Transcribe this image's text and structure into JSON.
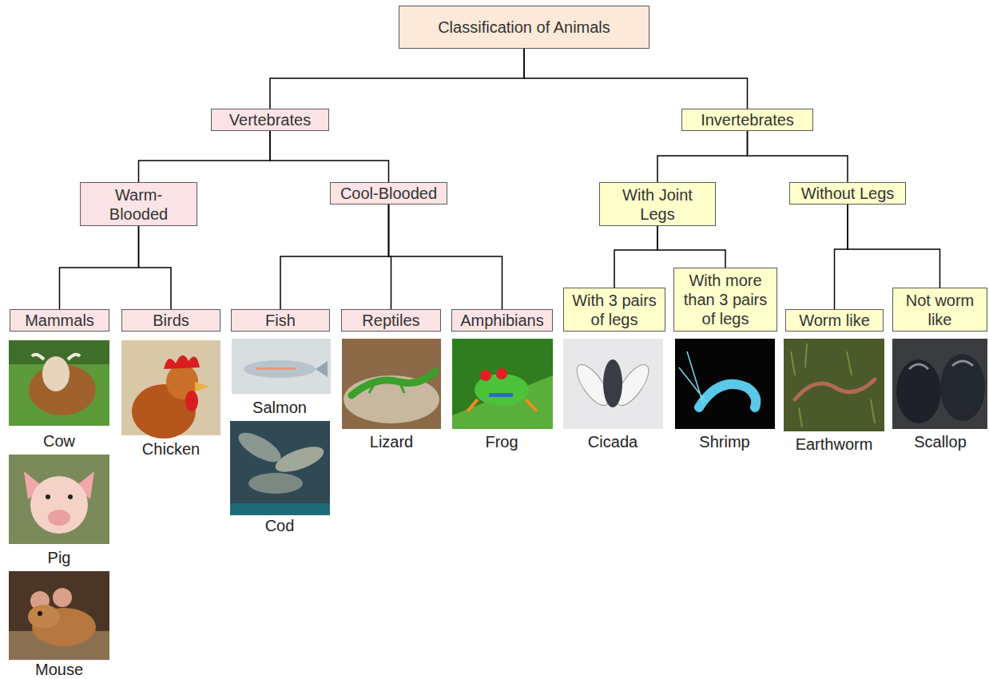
{
  "diagram": {
    "nodes": [
      {
        "text": [
          "Classification of Animals"
        ]
      },
      {
        "text": [
          "Vertebrates"
        ]
      },
      {
        "text": [
          "Invertebrates"
        ]
      },
      {
        "text": [
          "Warm-Blooded"
        ]
      },
      {
        "text": [
          "Cool-Blooded"
        ]
      },
      {
        "text": [
          "With Joint Legs"
        ]
      },
      {
        "text": [
          "Without Legs"
        ]
      },
      {
        "text": [
          "Mammals"
        ]
      },
      {
        "text": [
          "Birds"
        ]
      },
      {
        "text": [
          "Fish"
        ]
      },
      {
        "text": [
          "Reptiles"
        ]
      },
      {
        "text": [
          "Amphibians"
        ]
      },
      {
        "text": [
          "With 3 pairs of legs"
        ]
      },
      {
        "text": [
          "With more than 3 pairs of legs"
        ]
      },
      {
        "text": [
          "Worm like"
        ]
      },
      {
        "text": [
          "Not worm like"
        ]
      }
    ],
    "edges": [
      {
        "from": 0,
        "to": 1,
        "arrow": "none"
      },
      {
        "from": 0,
        "to": 2,
        "arrow": "none"
      },
      {
        "from": 1,
        "to": 3,
        "arrow": "none"
      },
      {
        "from": 1,
        "to": 4,
        "arrow": "none"
      },
      {
        "from": 2,
        "to": 5,
        "arrow": "none"
      },
      {
        "from": 2,
        "to": 6,
        "arrow": "none"
      },
      {
        "from": 3,
        "to": 7,
        "arrow": "none"
      },
      {
        "from": 3,
        "to": 8,
        "arrow": "none"
      },
      {
        "from": 4,
        "to": 9,
        "arrow": "none"
      },
      {
        "from": 4,
        "to": 10,
        "arrow": "none"
      },
      {
        "from": 4,
        "to": 11,
        "arrow": "none"
      },
      {
        "from": 5,
        "to": 12,
        "arrow": "none"
      },
      {
        "from": 5,
        "to": 13,
        "arrow": "none"
      },
      {
        "from": 6,
        "to": 14,
        "arrow": "none"
      },
      {
        "from": 6,
        "to": 15,
        "arrow": "none"
      }
    ],
    "labels": [
      "Cow",
      "Pig",
      "Mouse",
      "Chicken",
      "Salmon",
      "Cod",
      "Lizard",
      "Frog",
      "Cicada",
      "Shrimp",
      "Earthworm",
      "Scallop"
    ]
  }
}
